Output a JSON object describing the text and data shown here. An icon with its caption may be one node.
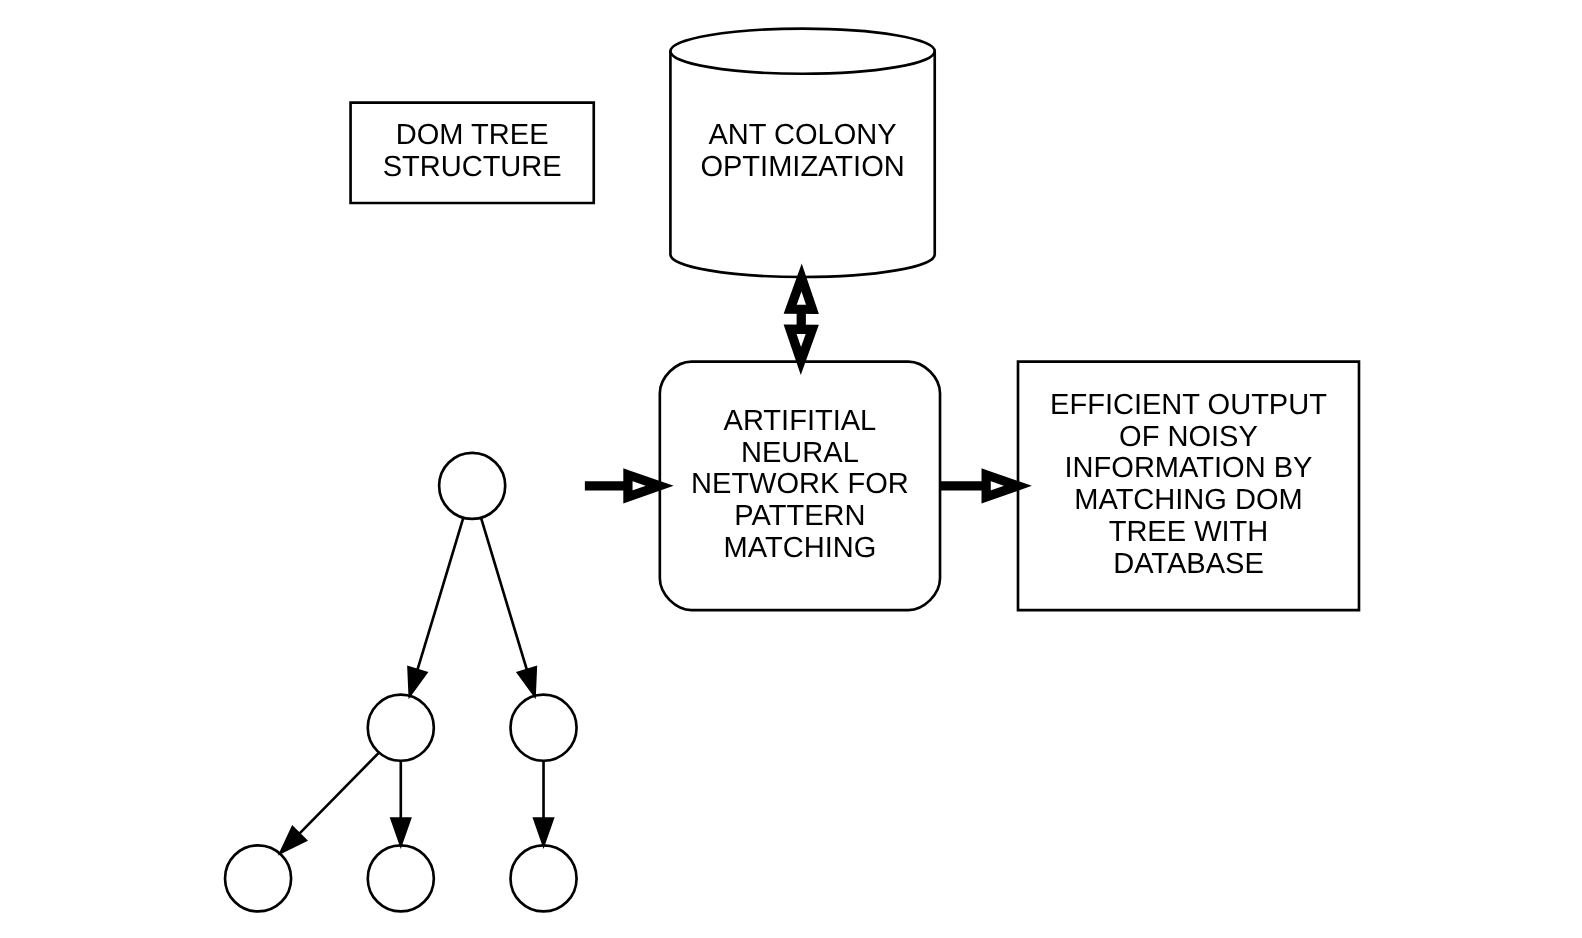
{
  "diagram": {
    "nodes": [
      {
        "text": [
          "ANT COLONY OPTIMIZATION"
        ]
      },
      {
        "text": [
          "DOM TREE STRUCTURE"
        ]
      },
      {
        "text": [],
        "shape": "circle"
      },
      {
        "text": [],
        "shape": "circle"
      },
      {
        "text": [],
        "shape": "circle"
      },
      {
        "text": [],
        "shape": "circle"
      },
      {
        "text": [],
        "shape": "circle"
      },
      {
        "text": [],
        "shape": "circle"
      },
      {
        "text": [
          "ARTIFITIAL NEURAL NETWORK FOR PATTERN MATCHING"
        ]
      },
      {
        "text": [
          "EFFICIENT OUTPUT OF NOISY INFORMATION BY MATCHING DOM TREE WITH DATABASE"
        ]
      }
    ],
    "edges": [
      {
        "from": 2,
        "to": 3,
        "arrow": "to"
      },
      {
        "from": 2,
        "to": 4,
        "arrow": "to"
      },
      {
        "from": 3,
        "to": 5,
        "arrow": "to"
      },
      {
        "from": 3,
        "to": 6,
        "arrow": "to"
      },
      {
        "from": 4,
        "to": 7,
        "arrow": "to"
      },
      {
        "from": 0,
        "to": 8,
        "arrow": "both",
        "style": "thick"
      },
      {
        "from": null,
        "to": 8,
        "arrow": "to",
        "style": "thick"
      },
      {
        "from": 8,
        "to": 9,
        "arrow": "to",
        "style": "thick"
      }
    ]
  }
}
